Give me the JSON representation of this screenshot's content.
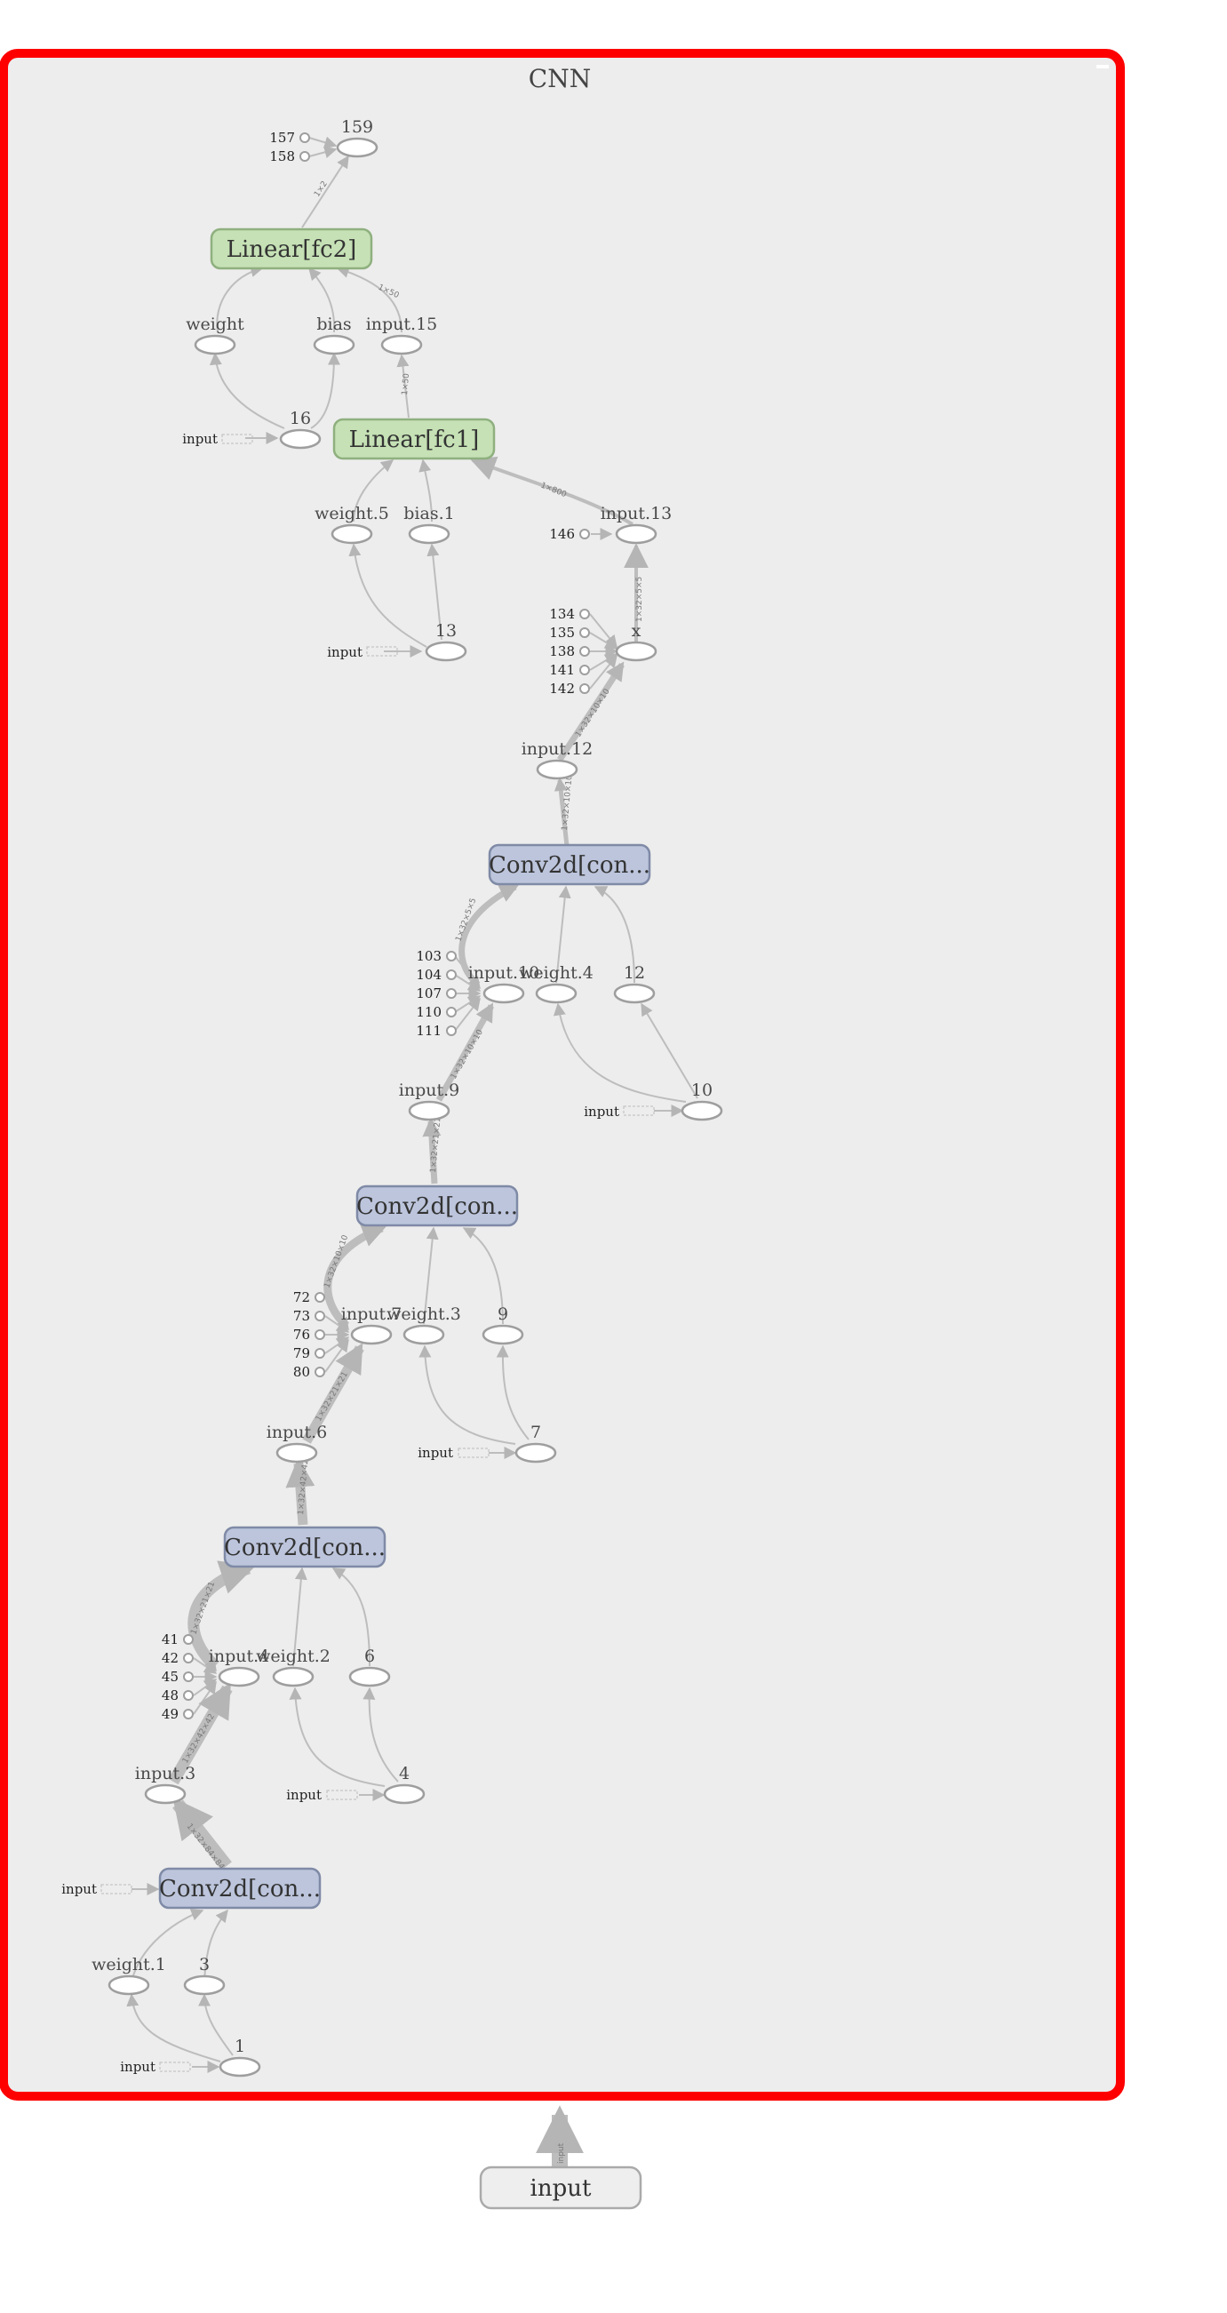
{
  "graph": {
    "title": "CNN",
    "input_label": "input",
    "input_edge_label": "input"
  },
  "ops": {
    "fc2": "Linear[fc2]",
    "fc1": "Linear[fc1]",
    "conv4": "Conv2d[con...",
    "conv3": "Conv2d[con...",
    "conv2": "Conv2d[con...",
    "conv1": "Conv2d[con..."
  },
  "nodes": {
    "n159": "159",
    "weight": "weight",
    "bias": "bias",
    "input15": "input.15",
    "n16": "16",
    "weight5": "weight.5",
    "bias1": "bias.1",
    "input13": "input.13",
    "n13": "13",
    "x": "x",
    "input12": "input.12",
    "input10": "input.10",
    "weight4": "weight.4",
    "n12": "12",
    "input9": "input.9",
    "n10": "10",
    "input7": "input.7",
    "weight3": "weight.3",
    "n9": "9",
    "input6": "input.6",
    "n7": "7",
    "input4": "input.4",
    "weight2": "weight.2",
    "n6": "6",
    "input3": "input.3",
    "n4": "4",
    "weight1": "weight.1",
    "n3": "3",
    "n1": "1"
  },
  "constants": {
    "c157": "157",
    "c158": "158",
    "c146": "146",
    "c134": "134",
    "c135": "135",
    "c138": "138",
    "c141": "141",
    "c142": "142",
    "c103": "103",
    "c104": "104",
    "c107": "107",
    "c110": "110",
    "c111": "111",
    "c72": "72",
    "c73": "73",
    "c76": "76",
    "c79": "79",
    "c80": "80",
    "c41": "41",
    "c42": "42",
    "c45": "45",
    "c48": "48",
    "c49": "49"
  },
  "inputs": {
    "in16": "input",
    "in13": "input",
    "in10": "input",
    "in7": "input",
    "in4": "input",
    "inconv1": "input",
    "in1": "input"
  },
  "shapes": {
    "s159": "1×2",
    "sfc2": "1×50",
    "sfc1out": "1×50",
    "sfc1in": "1×800",
    "sx": "1×32×5×5",
    "sinput12": "1×32×10×10",
    "sconv4out": "1×32×10×10",
    "sinput10": "1×32×5×5",
    "sinput9": "1×32×10×10",
    "sconv3out": "1×32×21×21",
    "sinput7": "1×32×10×10",
    "sinput6": "1×32×21×21",
    "sconv2out": "1×32×42×42",
    "sinput4": "1×32×21×21",
    "sinput3": "1×32×42×42",
    "sconv1out": "1×32×84×84"
  },
  "colors": {
    "frame": "#ff0000",
    "frame_fill": "#ededed",
    "linear_fill": "#c5e1b5",
    "linear_stroke": "#8fb07f",
    "conv_fill": "#bcc5dc",
    "conv_stroke": "#7f8aa6",
    "input_fill": "#eeeeee",
    "input_stroke": "#aaaaaa",
    "edge": "#bdbdbd"
  }
}
